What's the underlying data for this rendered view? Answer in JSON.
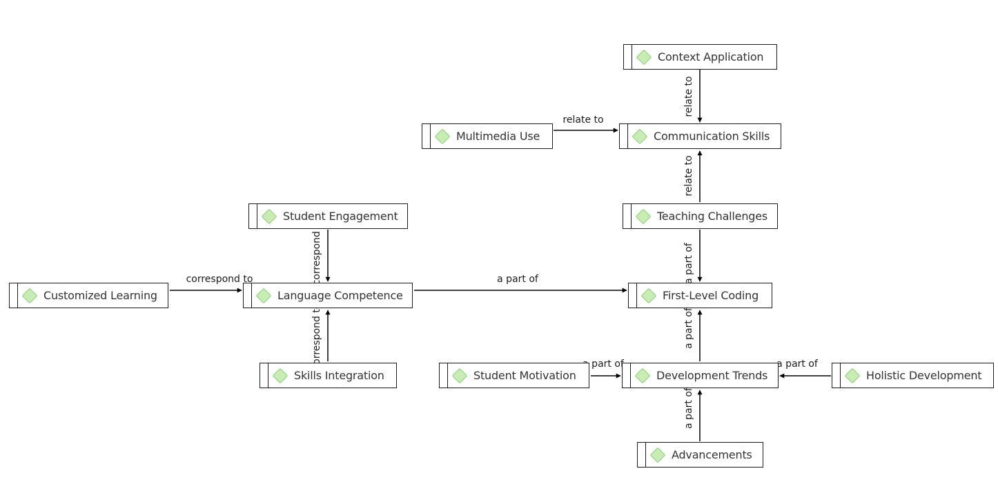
{
  "nodes": {
    "context_application": "Context Application",
    "multimedia_use": "Multimedia Use",
    "communication_skills": "Communication Skills",
    "student_engagement": "Student Engagement",
    "teaching_challenges": "Teaching Challenges",
    "customized_learning": "Customized Learning",
    "language_competence": "Language Competence",
    "first_level_coding": "First-Level Coding",
    "skills_integration": "Skills Integration",
    "student_motivation": "Student Motivation",
    "development_trends": "Development Trends",
    "holistic_development": "Holistic Development",
    "advancements": "Advancements"
  },
  "edges": {
    "context_to_communication": "relate to",
    "multimedia_to_communication": "relate to",
    "teaching_to_communication": "relate to",
    "engagement_to_language": "correspond to",
    "customized_to_language": "correspond to",
    "skills_to_language": "correspond to",
    "language_to_coding": "a part of",
    "teaching_to_coding": "a part of",
    "development_to_coding": "a part of",
    "motivation_to_development": "a part of",
    "holistic_to_development": "a part of",
    "advancements_to_development": "a part of"
  },
  "colors": {
    "node_border": "#1a1a1a",
    "diamond_fill": "#c9ecb5",
    "diamond_border": "#7fcf6c",
    "node_text": "#333333",
    "edge": "#000000"
  }
}
